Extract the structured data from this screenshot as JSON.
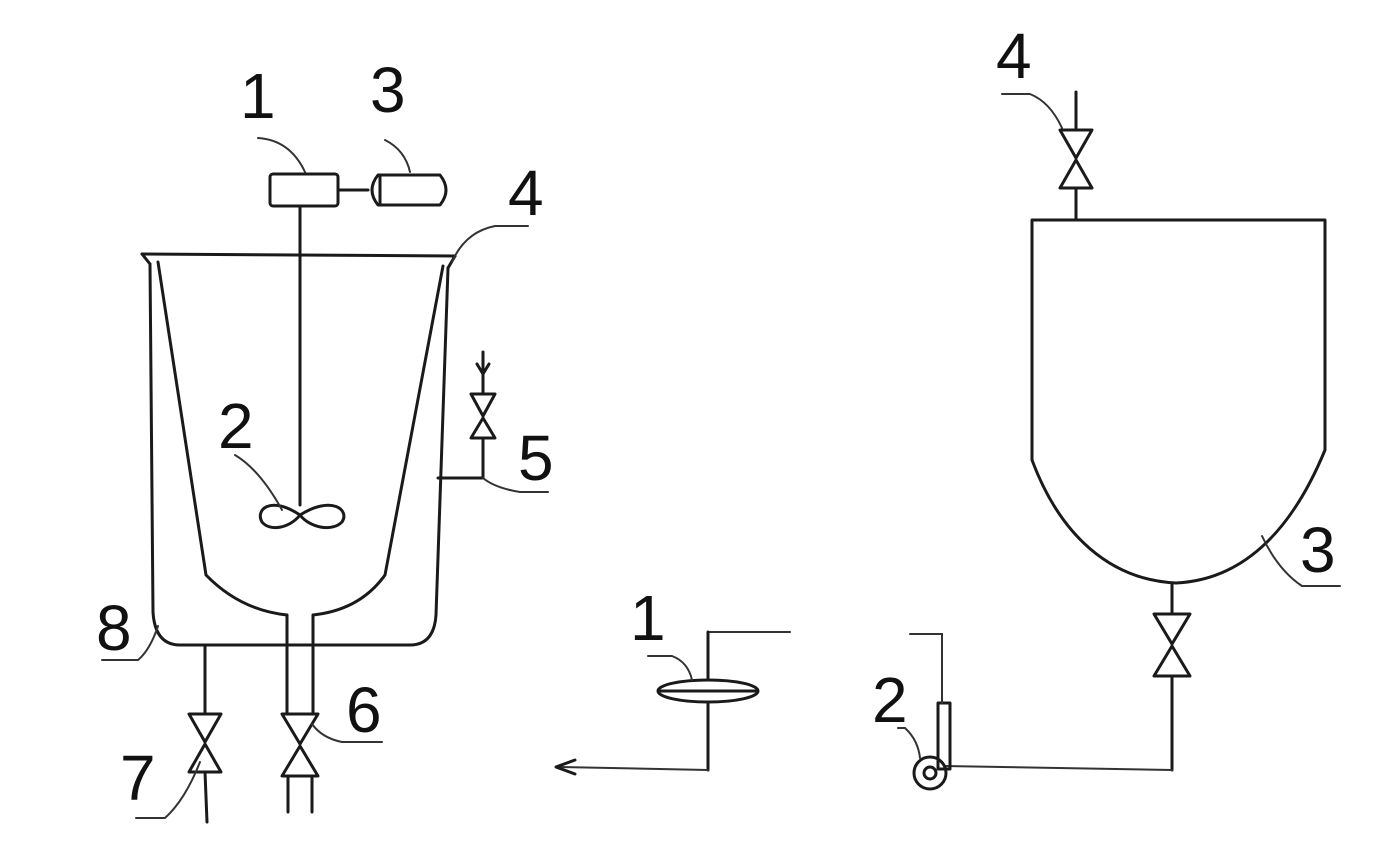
{
  "labels": {
    "left": {
      "motor": "1",
      "impeller": "2",
      "reducer": "3",
      "rim": "4",
      "inlet_valve": "5",
      "bottom_valve": "6",
      "jacket_valve": "7",
      "jacket": "8"
    },
    "right": {
      "filter": "1",
      "pump": "2",
      "tank": "3",
      "top_valve": "4"
    }
  }
}
